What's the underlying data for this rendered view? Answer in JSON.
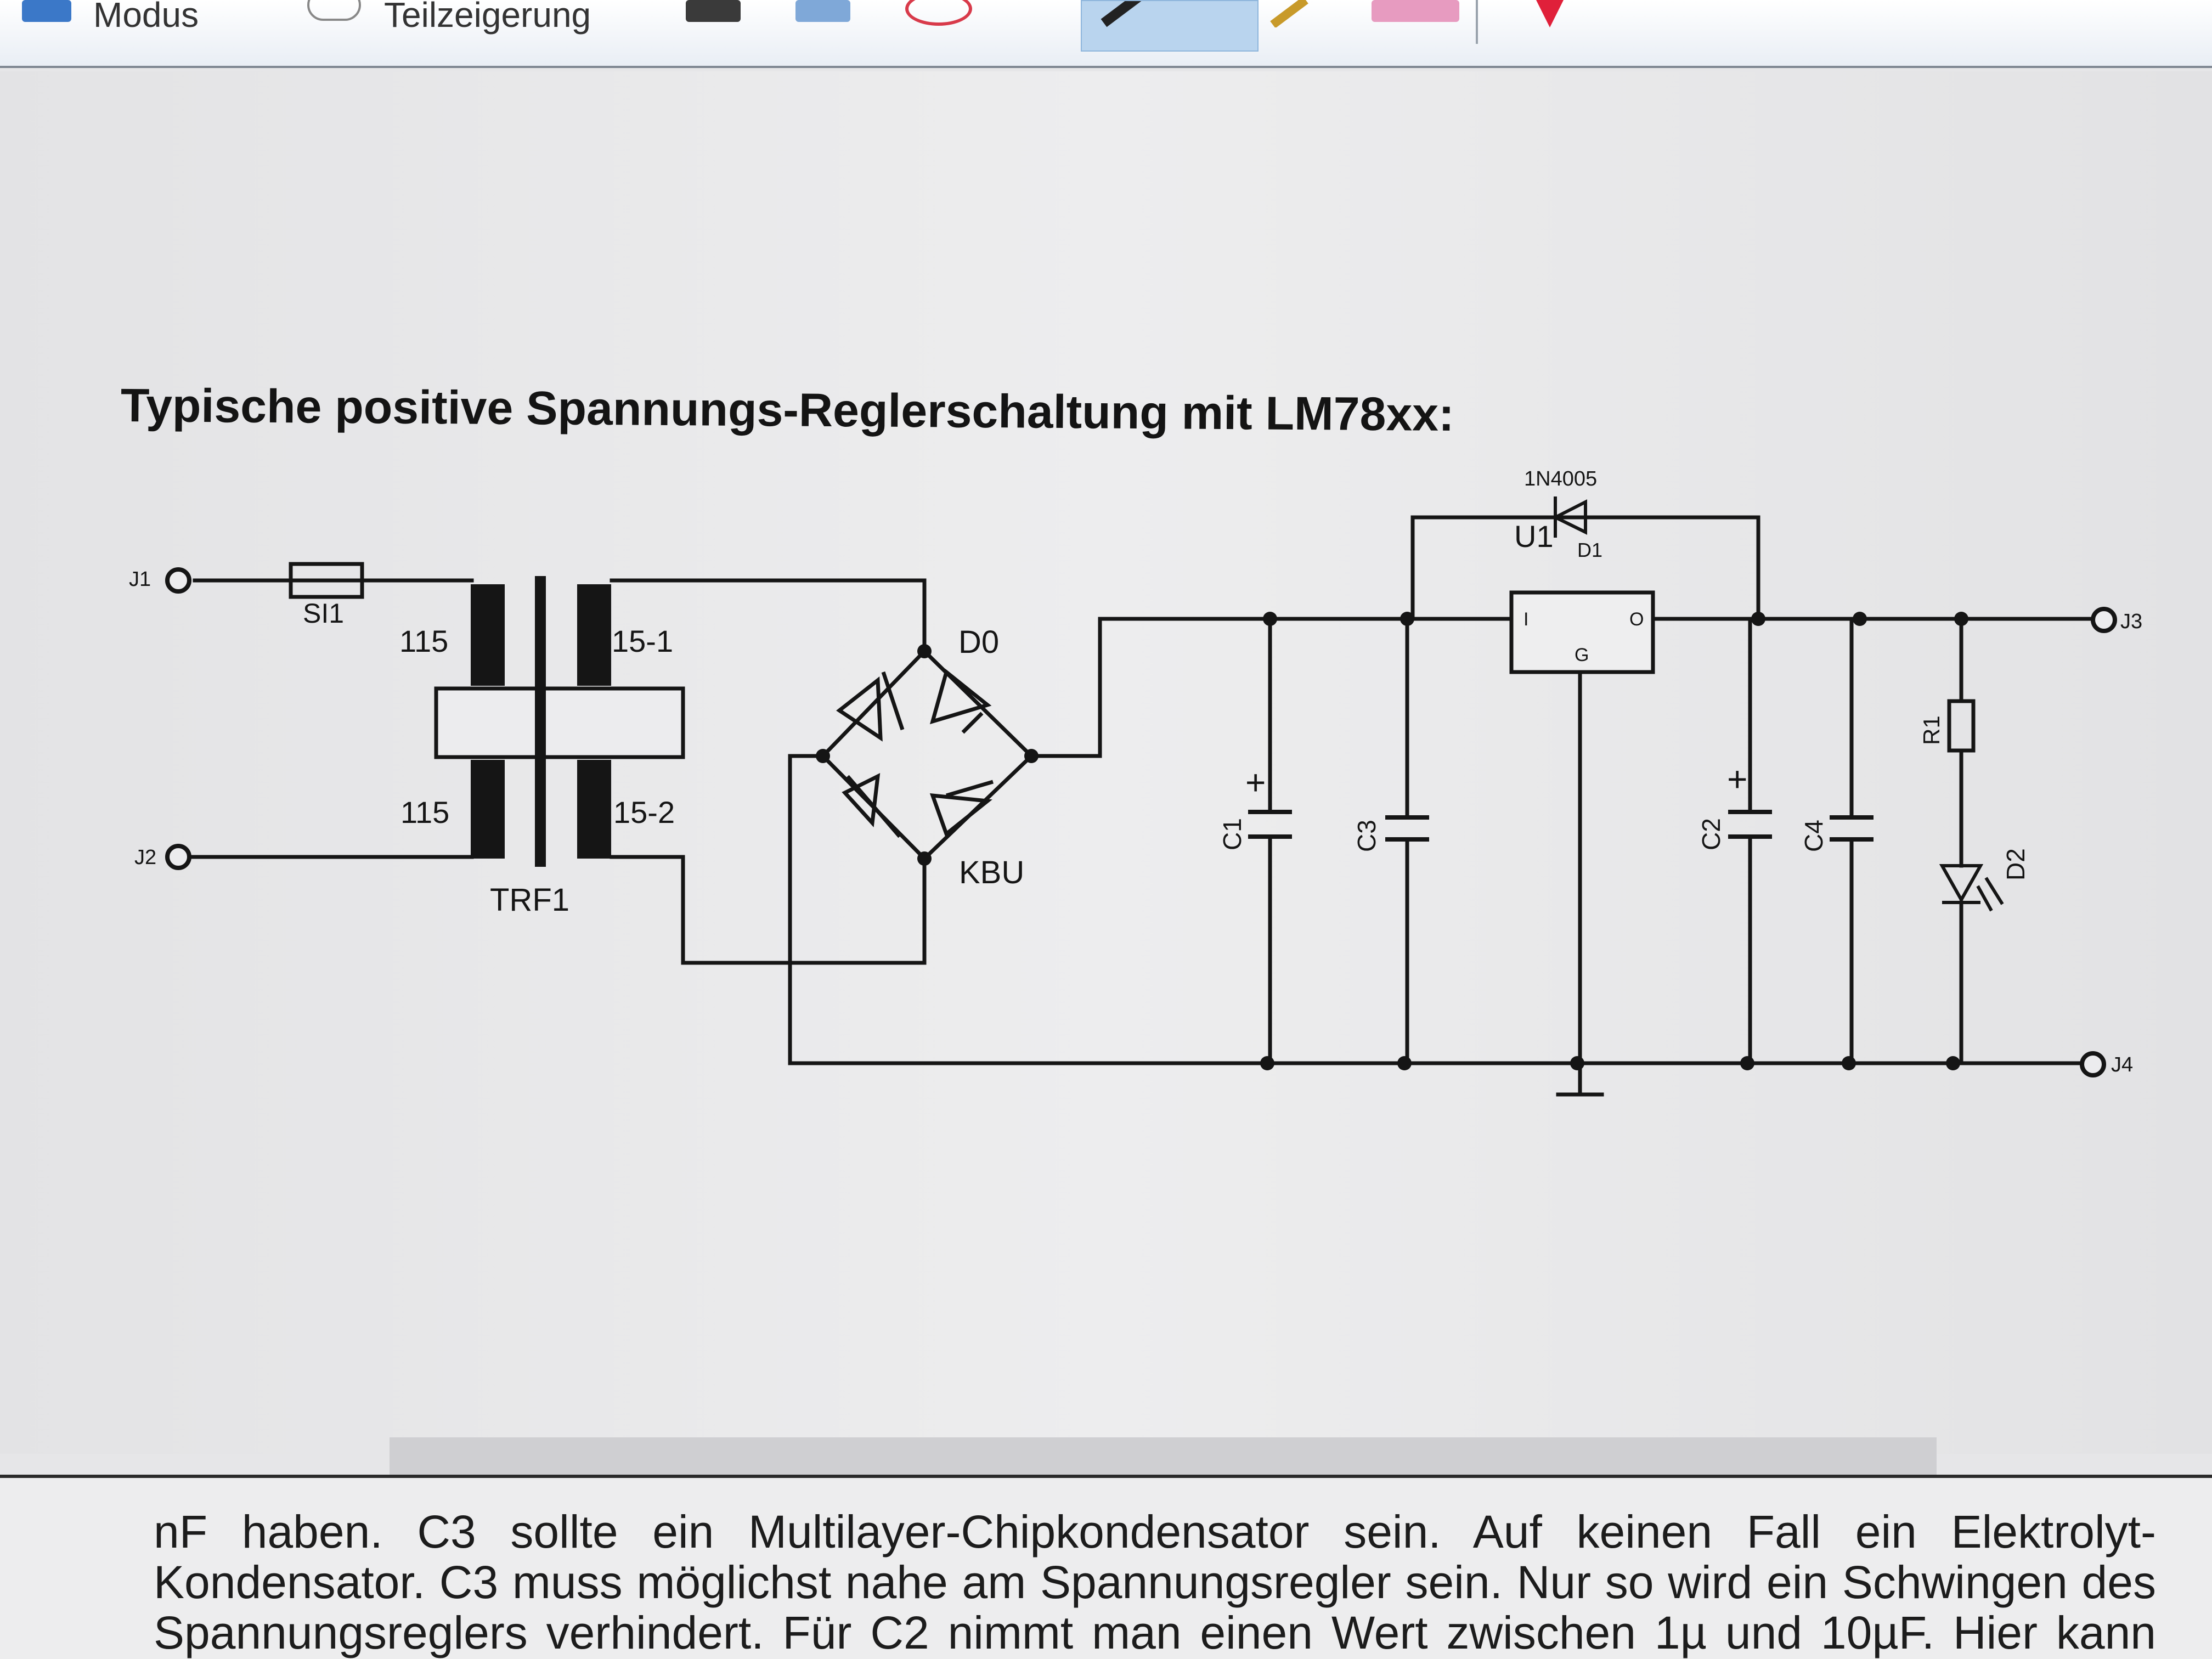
{
  "toolbar": {
    "items": [
      {
        "label": "Modus"
      },
      {
        "label": "Teilzeigerung"
      }
    ]
  },
  "title": "Typische positive Spannungs-Reglerschaltung mit LM78xx:",
  "schematic": {
    "J1": "J1",
    "J2": "J2",
    "J3": "J3",
    "J4": "J4",
    "SI1": "SI1",
    "winding_115_top": "115",
    "winding_115_bottom": "115",
    "winding_15_1": "15-1",
    "winding_15_2": "15-2",
    "TRF1": "TRF1",
    "D0": "D0",
    "KBU": "KBU",
    "diode_type": "1N4005",
    "U1": "U1",
    "D1": "D1",
    "pin_I": "I",
    "pin_O": "O",
    "pin_G": "G",
    "C1": "C1",
    "C3": "C3",
    "C2": "C2",
    "C4": "C4",
    "R1": "R1",
    "D2": "D2",
    "plus": "+"
  },
  "body_text": {
    "line1": "nF haben. C3 sollte ein Multilayer-Chipkondensator sein. Auf keinen Fall ein Elektrolyt-",
    "line2": "Kondensator. C3 muss möglichst nahe am Spannungsregler sein. Nur so wird ein Schwingen des",
    "line3": "Spannungsreglers verhindert. Für C2 nimmt man einen Wert zwischen 1µ und 10µF. Hier kann"
  }
}
